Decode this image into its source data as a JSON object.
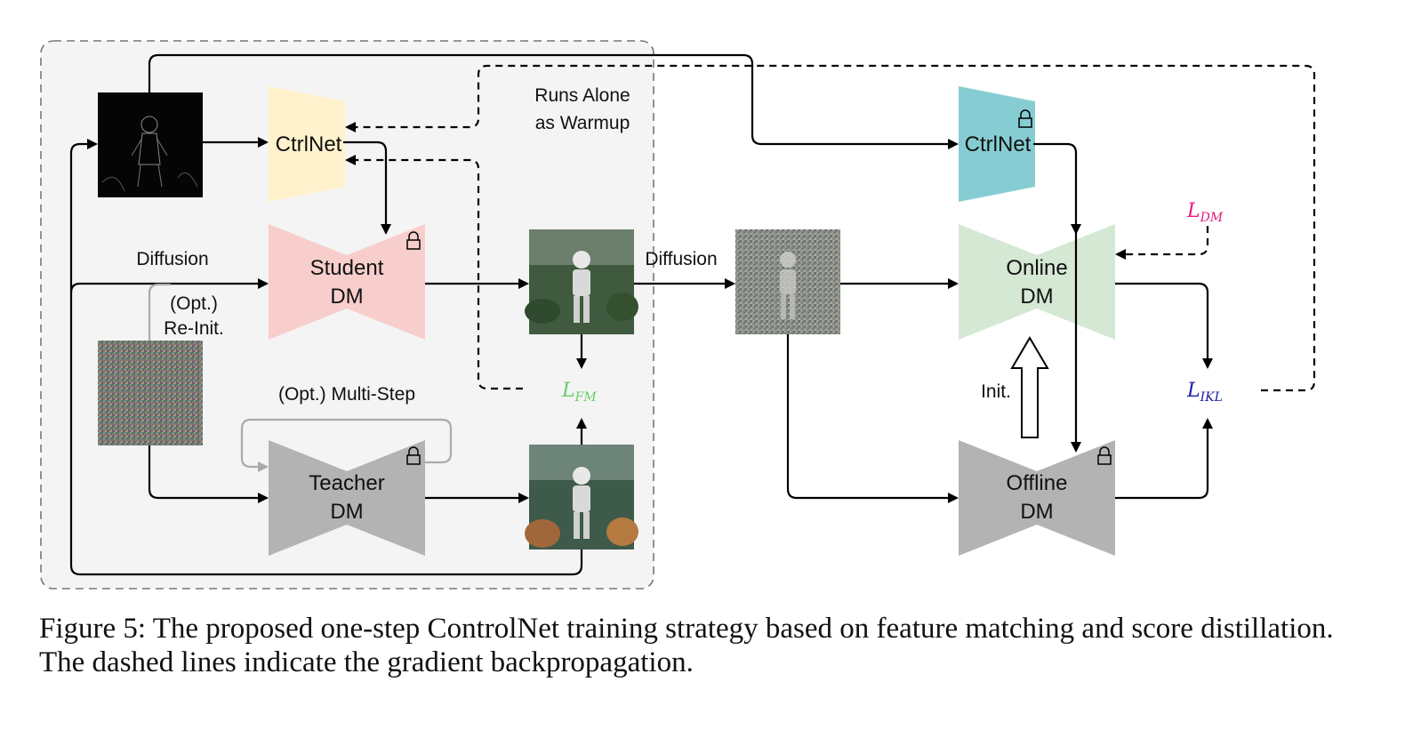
{
  "labels": {
    "runs_alone_1": "Runs Alone",
    "runs_alone_2": "as Warmup",
    "ctrlnet_left": "CtrlNet",
    "ctrlnet_right": "CtrlNet",
    "student_1": "Student",
    "student_2": "DM",
    "teacher_1": "Teacher",
    "teacher_2": "DM",
    "online_1": "Online",
    "online_2": "DM",
    "offline_1": "Offline",
    "offline_2": "DM",
    "diffusion_left": "Diffusion",
    "diffusion_right": "Diffusion",
    "reinit_1": "(Opt.)",
    "reinit_2": "Re-Init.",
    "multistep": "(Opt.) Multi-Step",
    "init": "Init.",
    "l_fm_main": "L",
    "l_fm_sub": "FM",
    "l_dm_main": "L",
    "l_dm_sub": "DM",
    "l_ikl_main": "L",
    "l_ikl_sub": "IKL"
  },
  "colors": {
    "ctrlnet_left": "#fff2cc",
    "ctrlnet_right": "#86cdd3",
    "student": "#f8cecc",
    "teacher": "#b3b3b3",
    "online": "#d5e8d4",
    "offline": "#b3b3b3",
    "l_fm": "#66cc66",
    "l_dm": "#e6197d",
    "l_ikl": "#1a1aa6",
    "panel_bg": "#f4f4f4"
  },
  "caption": "Figure 5: The proposed one-step ControlNet training strategy based on feature matching and score distillation. The dashed lines indicate the gradient backpropagation."
}
